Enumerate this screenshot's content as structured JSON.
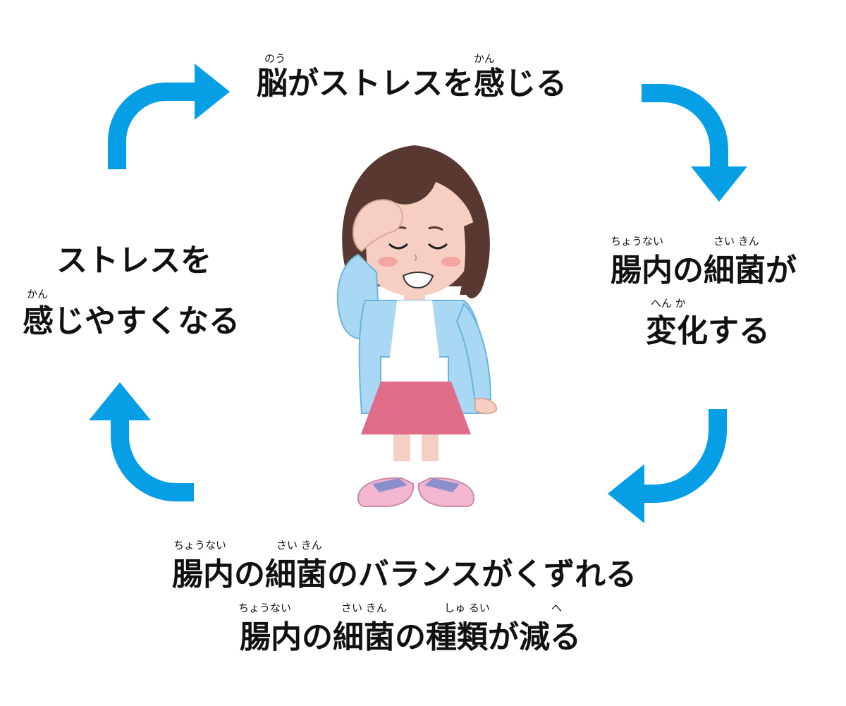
{
  "colors": {
    "arrow": "#069fe6",
    "text": "#111111"
  },
  "top": {
    "text": "脳がストレスを感じる",
    "ruby": [
      {
        "text": "のう"
      },
      {
        "text": "かん"
      }
    ]
  },
  "right": {
    "line1": "腸内の細菌が",
    "line2": "変化する",
    "ruby1": [
      {
        "text": "ちょうない"
      },
      {
        "text": "さい きん"
      }
    ],
    "ruby2": [
      {
        "text": "へん か"
      }
    ]
  },
  "bottom": {
    "line1": "腸内の細菌のバランスがくずれる",
    "line2": "腸内の細菌の種類が減る",
    "ruby1": [
      {
        "text": "ちょうない"
      },
      {
        "text": "さい きん"
      }
    ],
    "ruby2": [
      {
        "text": "ちょうない"
      },
      {
        "text": "さい きん"
      },
      {
        "text": "しゅ るい"
      },
      {
        "text": "へ"
      }
    ]
  },
  "left": {
    "line1": "ストレスを",
    "line2": "感じやすくなる",
    "ruby2": [
      {
        "text": "かん"
      }
    ]
  },
  "illustration": {
    "icon": "stressed-girl-icon"
  }
}
